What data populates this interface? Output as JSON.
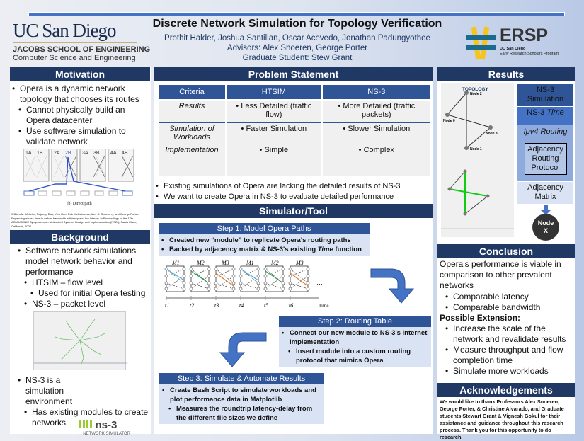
{
  "header": {
    "title": "Discrete Network Simulation for Topology Verification",
    "authors": "Prothit Halder, Joshua Santillan, Oscar Acevedo, Jonathan Padungyothee",
    "advisors": "Advisors: Alex Snoeren, George Porter",
    "grad": "Graduate Student: Stew Grant"
  },
  "logos": {
    "ucsd": "UC San Diego",
    "jacobs": "JACOBS SCHOOL OF ENGINEERING",
    "dept": "Computer Science and Engineering",
    "ersp": "ERSP",
    "ersp_sub1": "UC San Diego",
    "ersp_sub2": "Early Research Scholars Program",
    "ns3": "ns-3",
    "ns3_sub": "NETWORK SIMULATOR"
  },
  "motivation": {
    "title": "Motivation",
    "items": [
      "Opera is a dynamic network topology that chooses its routes",
      "Cannot physically build an Opera datacenter",
      "Use software simulation to validate network"
    ],
    "figure_labels": [
      "1A",
      "1B",
      "2A",
      "2B",
      "3A",
      "3B",
      "4A",
      "4B"
    ],
    "figure_caption": "(b) Direct path",
    "citation": "William M. Mellette, Rajdeep Das, Yibo Guo, Rob McGuinness, Alex C. Snoeren, , and George Porter. Expanding across time to deliver bandwidth efficiency and low latency. In Proceedings of the 17th ACM/USENIX Symposium on Networked Systems Design and Implementation (NSDI), Santa Clara, California, 2020."
  },
  "background": {
    "title": "Background",
    "items": [
      "Software network simulations model network behavior and performance",
      "HTSIM – flow level",
      "Used for initial Opera testing",
      "NS-3 – packet level",
      "NS-3 is a simulation environment",
      "Has existing modules to create networks"
    ]
  },
  "problem": {
    "title": "Problem Statement",
    "headers": [
      "Criteria",
      "HTSIM",
      "NS-3"
    ],
    "rows": [
      [
        "Results",
        "Less Detailed (traffic flow)",
        "More Detailed (traffic packets)"
      ],
      [
        "Simulation of Workloads",
        "Faster Simulation",
        "Slower Simulation"
      ],
      [
        "Implementation",
        "Simple",
        "Complex"
      ]
    ],
    "bullets": [
      "Existing simulations of Opera are lacking the detailed results of NS-3",
      "We want to create Opera in NS-3 to evaluate detailed performance"
    ]
  },
  "simulator": {
    "title": "Simulator/Tool",
    "step1": {
      "title": "Step 1: Model Opera Paths",
      "items": [
        "Created new “module” to replicate Opera's routing paths",
        "Backed by adjacency matrix & NS-3's existing Time function"
      ]
    },
    "diagram": {
      "matchings": [
        "M1",
        "M2",
        "M3",
        "M1",
        "M2",
        "M3"
      ],
      "times": [
        "t1",
        "t2",
        "t3",
        "t4",
        "t5",
        "t6"
      ],
      "axis": "Time",
      "ellipsis": "…",
      "colors": [
        "#4fb3e8",
        "#2ca05a",
        "#e07b2a"
      ]
    },
    "step2": {
      "title": "Step 2: Routing Table",
      "items": [
        "Connect our new module to NS-3's internet implementation",
        "Insert module into a custom routing protocol that mimics Opera"
      ]
    },
    "step3": {
      "title": "Step 3: Simulate & Automate Results",
      "items": [
        "Create Bash Script to simulate workloads and plot performance data in Matplotlib",
        "Measures the roundtrip latency-delay from the different file sizes we define"
      ]
    }
  },
  "results": {
    "title": "Results",
    "topology_title": "TOPOLOGY",
    "nodes": [
      "Node 0",
      "Node 1",
      "Node 2",
      "Node 3"
    ],
    "stack": [
      "NS-3 Simulation",
      "NS-3 Time",
      "Ipv4 Routing",
      "Adjacency Routing Protocol",
      "Adjacency Matrix"
    ],
    "node_x": "Node X"
  },
  "conclusion": {
    "title": "Conclusion",
    "intro": "Opera's performance is viable in comparison to other prevalent networks",
    "items": [
      "Comparable latency",
      "Comparable bandwidth"
    ],
    "ext_title": "Possible Extension:",
    "ext": [
      "Increase the scale of the network and revalidate results",
      "Measure throughput and flow completion time",
      "Simulate more workloads"
    ]
  },
  "ack": {
    "title": "Acknowledgements",
    "text": "We would like to thank Professors Alex Snoeren, George Porter, & Christine Alvarado, and Graduate students Stewart Grant & Vignesh Gokul for their assistance and guidance throughout this research process. Thank you for this opportunity to do research."
  }
}
